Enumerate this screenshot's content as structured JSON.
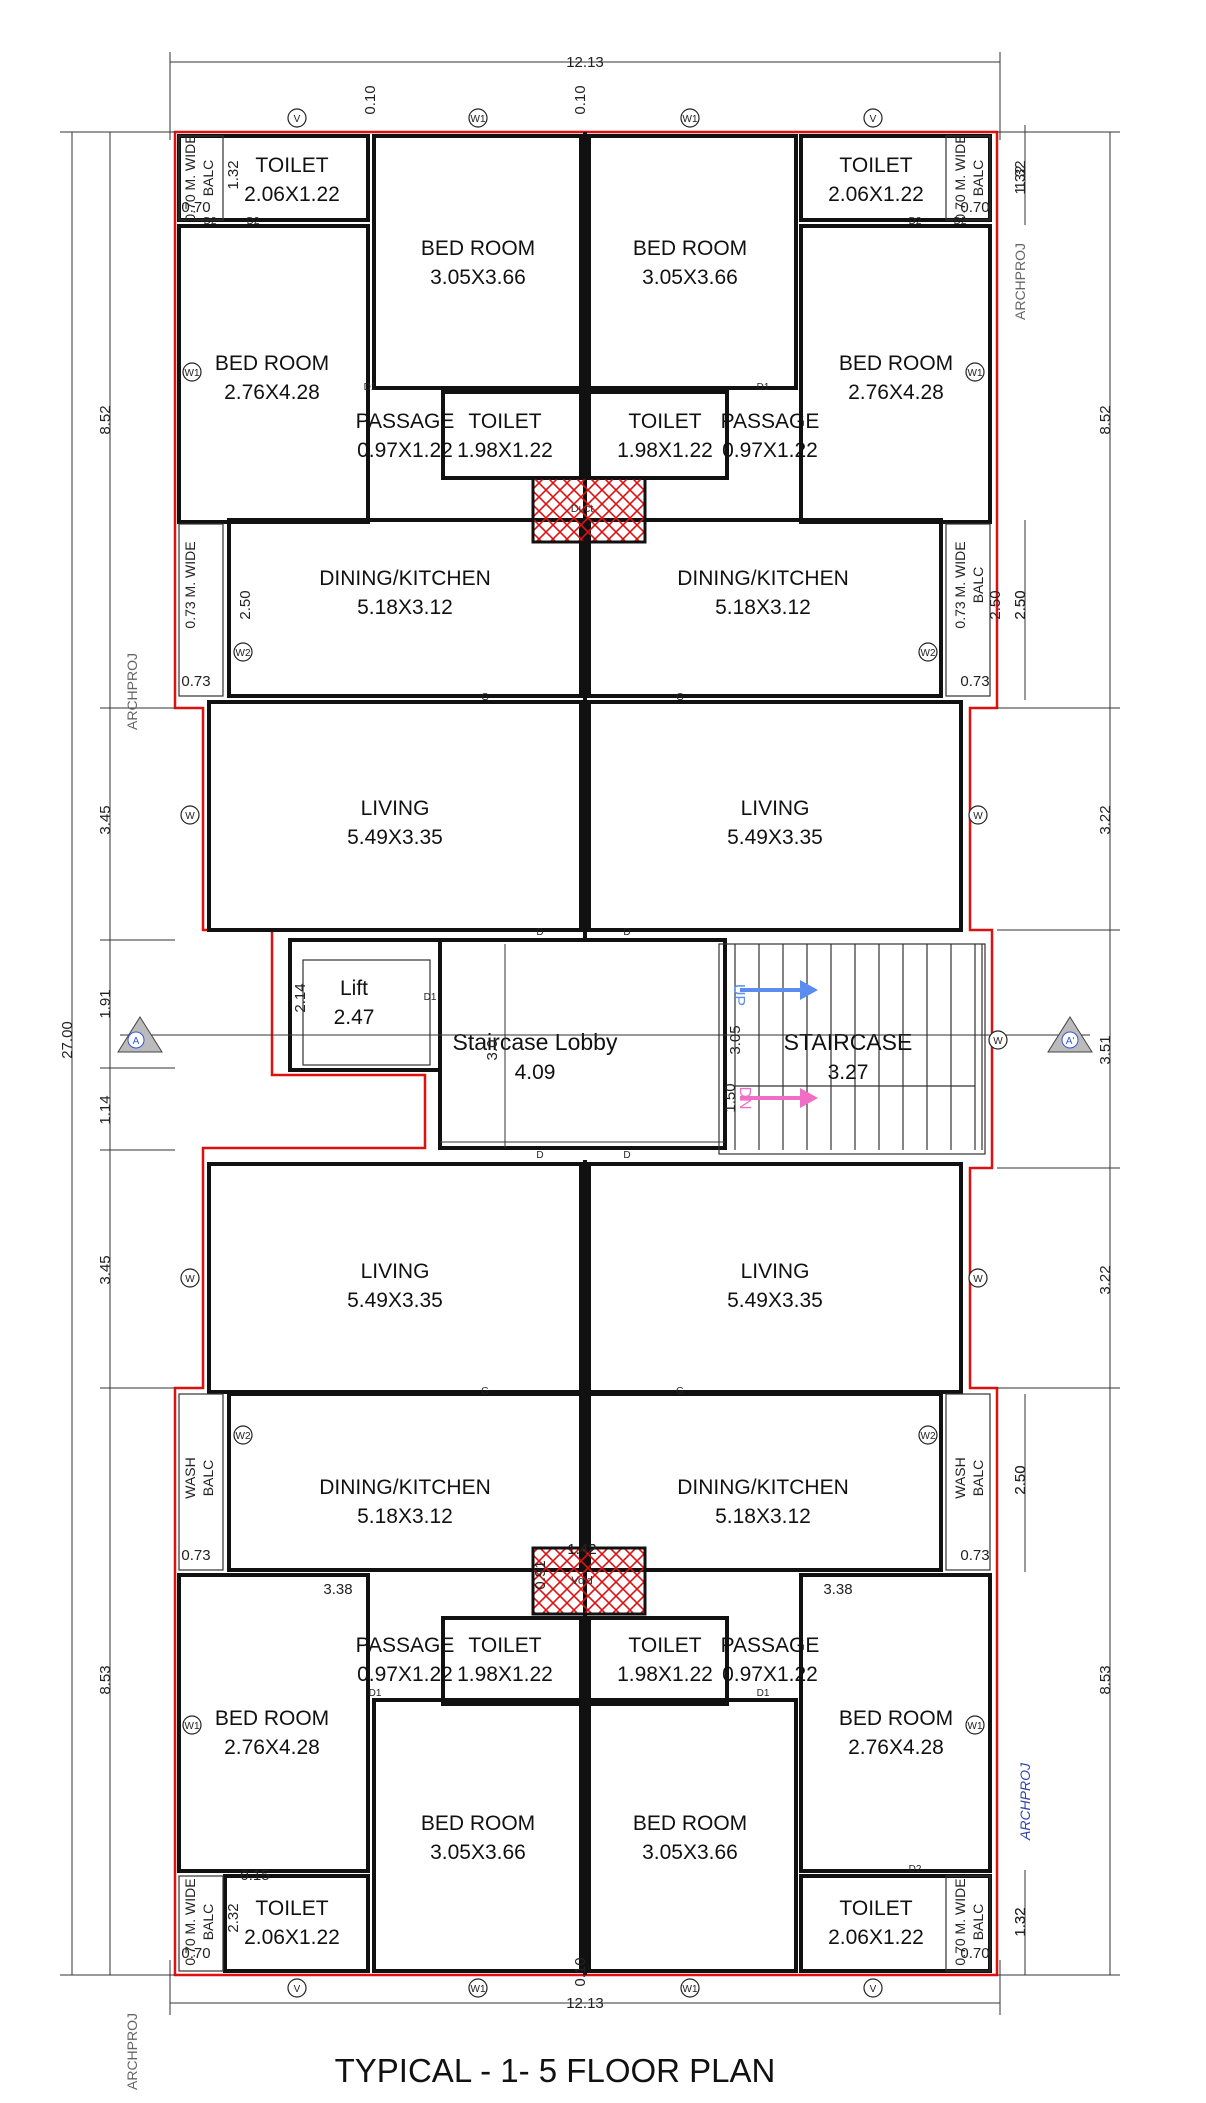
{
  "title": "TYPICAL - 1- 5 FLOOR PLAN",
  "colors": {
    "outline": "#dd1111",
    "wall": "#111111",
    "shaft": "#dd1111",
    "stair_up": "#5b8df0",
    "stair_dn": "#f06fc4",
    "watermark_blue": "#3344aa"
  },
  "rooms": [
    {
      "name": "TOILET",
      "size": "2.06X1.22"
    },
    {
      "name": "BED ROOM",
      "size": "3.05X3.66"
    },
    {
      "name": "BED ROOM",
      "size": "3.05X3.66"
    },
    {
      "name": "TOILET",
      "size": "2.06X1.22"
    },
    {
      "name": "BED ROOM",
      "size": "2.76X4.28"
    },
    {
      "name": "BED ROOM",
      "size": "2.76X4.28"
    },
    {
      "name": "PASSAGE",
      "size": "0.97X1.22"
    },
    {
      "name": "TOILET",
      "size": "1.98X1.22"
    },
    {
      "name": "TOILET",
      "size": "1.98X1.22"
    },
    {
      "name": "PASSAGE",
      "size": "0.97X1.22"
    },
    {
      "name": "DINING/KITCHEN",
      "size": "5.18X3.12"
    },
    {
      "name": "DINING/KITCHEN",
      "size": "5.18X3.12"
    },
    {
      "name": "LIVING",
      "size": "5.49X3.35"
    },
    {
      "name": "LIVING",
      "size": "5.49X3.35"
    },
    {
      "name": "Lift",
      "size": "2.47"
    },
    {
      "name": "Staircase Lobby",
      "size": "4.09"
    },
    {
      "name": "STAIRCASE",
      "size": "3.27"
    },
    {
      "name": "LIVING",
      "size": "5.49X3.35"
    },
    {
      "name": "LIVING",
      "size": "5.49X3.35"
    },
    {
      "name": "DINING/KITCHEN",
      "size": "5.18X3.12"
    },
    {
      "name": "DINING/KITCHEN",
      "size": "5.18X3.12"
    },
    {
      "name": "PASSAGE",
      "size": "0.97X1.22"
    },
    {
      "name": "TOILET",
      "size": "1.98X1.22"
    },
    {
      "name": "TOILET",
      "size": "1.98X1.22"
    },
    {
      "name": "PASSAGE",
      "size": "0.97X1.22"
    },
    {
      "name": "BED ROOM",
      "size": "2.76X4.28"
    },
    {
      "name": "BED ROOM",
      "size": "2.76X4.28"
    },
    {
      "name": "BED ROOM",
      "size": "3.05X3.66"
    },
    {
      "name": "BED ROOM",
      "size": "3.05X3.66"
    },
    {
      "name": "TOILET",
      "size": "2.06X1.22"
    },
    {
      "name": "TOILET",
      "size": "2.06X1.22"
    }
  ],
  "balconies": {
    "wide_070": "0.70 M. WIDE",
    "balc": "BALC",
    "wide_073": "0.73 M. WIDE",
    "wash": "WASH"
  },
  "dimensions": {
    "top": "12.13",
    "bottom": "12.13",
    "total": "27.00",
    "left": [
      "8.52",
      "3.45",
      "1.91",
      "1.14",
      "3.45",
      "8.53"
    ],
    "right": [
      "1.32",
      "8.52",
      "2.50",
      "3.22",
      "3.51",
      "3.22",
      "2.50",
      "8.53",
      "1.32"
    ],
    "internal": [
      "0.10",
      "0.10",
      "0.10",
      "1.32",
      "0.70",
      "0.70",
      "0.73",
      "0.73",
      "2.50",
      "2.50",
      "0.73",
      "0.73",
      "3.38",
      "3.38",
      "2.14",
      "3.05",
      "1.50",
      "1.42",
      "1.42",
      "0.91",
      "0.70",
      "0.70",
      "2.32",
      "0.15",
      "3.0",
      "1.32",
      "1.32",
      "2.50",
      "2.50"
    ]
  },
  "labels": {
    "duct_top": "Duct",
    "void_bottom": "Void",
    "section_left": "A",
    "section_right": "A'",
    "stair_up": "UP",
    "stair_dn": "DN"
  },
  "tags": {
    "v": "V",
    "w1": "W1",
    "w": "W",
    "w2": "W2",
    "d": "D",
    "d1": "D1",
    "d2": "D2",
    "g": "G"
  },
  "watermarks": [
    "ARCHPROJ",
    "ARCHPROJ",
    "ARCHPROJ",
    "ARCHPROJ"
  ]
}
